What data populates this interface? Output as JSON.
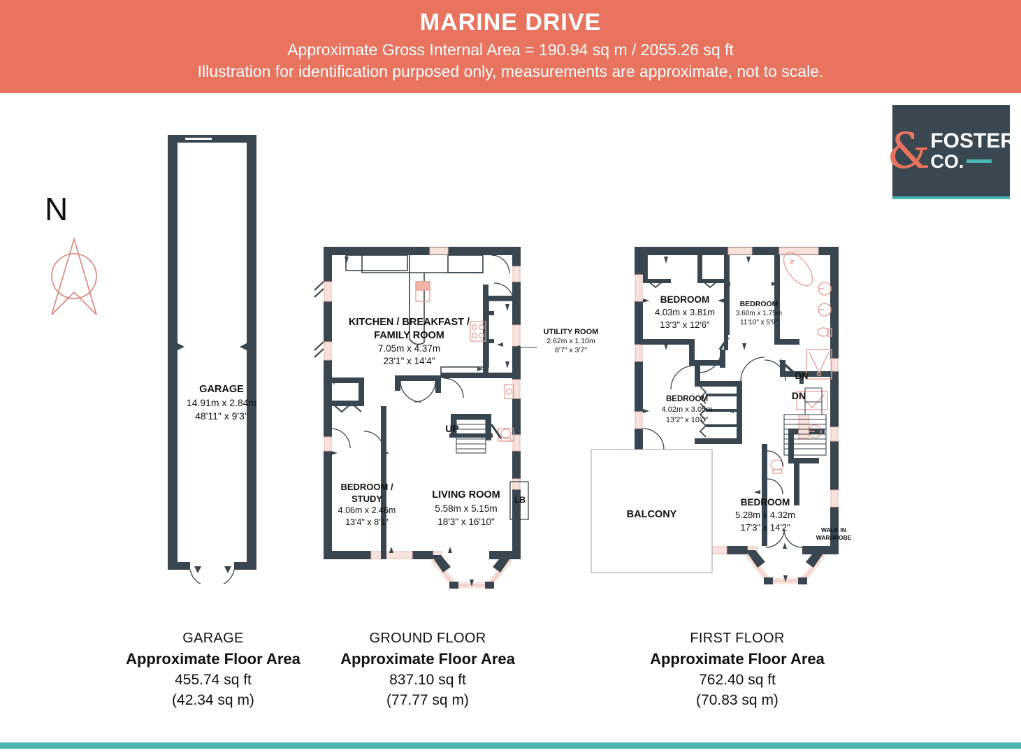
{
  "header": {
    "title": "MARINE DRIVE",
    "line1": "Approximate Gross Internal Area = 190.94 sq m / 2055.26 sq ft",
    "line2": "Illustration for identification purposed only, measurements are approximate, not to scale.",
    "bg_color": "#e8735e",
    "text_color": "#ffffff"
  },
  "logo": {
    "ampersand": "&",
    "name": "FOSTER",
    "suffix": "CO.",
    "bg_color": "#3a4650",
    "accent_color": "#4bb5b2",
    "amp_color": "#e8735e"
  },
  "compass": {
    "label": "N",
    "color": "#d98478"
  },
  "colors": {
    "wall": "#39454f",
    "window": "#f7e2dd",
    "fixture": "#e8a296",
    "teal": "#4bb5b2",
    "coral": "#e8735e"
  },
  "rooms": {
    "garage": {
      "name": "GARAGE",
      "metric": "14.91m x 2.84m",
      "imperial": "48'11\" x 9'3\""
    },
    "kitchen": {
      "name_line1": "KITCHEN / BREAKFAST /",
      "name_line2": "FAMILY ROOM",
      "metric": "7.05m x 4.37m",
      "imperial": "23'1\" x 14'4\""
    },
    "utility": {
      "name": "UTILITY ROOM",
      "metric": "2.62m x 1.10m",
      "imperial": "8'7\" x 3'7\""
    },
    "bedroom_study": {
      "name_line1": "BEDROOM /",
      "name_line2": "STUDY",
      "metric": "4.06m x 2.46m",
      "imperial": "13'4\" x 8'1\""
    },
    "living": {
      "name": "LIVING ROOM",
      "metric": "5.58m x 5.15m",
      "imperial": "18'3\" x 16'10\""
    },
    "bedroom1": {
      "name": "BEDROOM",
      "metric": "4.03m x 3.81m",
      "imperial": "13'3\" x 12'6\""
    },
    "bedroom2": {
      "name": "BEDROOM",
      "metric": "3.60m x 1.75m",
      "imperial": "11'10\" x 5'9\""
    },
    "bedroom3": {
      "name": "BEDROOM",
      "metric": "4.02m x 3.05m",
      "imperial": "13'2\" x 10'0\""
    },
    "bedroom4": {
      "name": "BEDROOM",
      "metric": "5.28m x 4.32m",
      "imperial": "17'3\" x 14'2\""
    },
    "balcony": {
      "name": "BALCONY"
    },
    "walk_in_wardrobe": {
      "line1": "WALK IN",
      "line2": "WARDROBE"
    },
    "lb": {
      "name": "LB"
    }
  },
  "stair_labels": {
    "up": "UP",
    "dn1": "DN",
    "dn2": "DN"
  },
  "footers": [
    {
      "floor": "GARAGE",
      "area_label": "Approximate Floor Area",
      "sqft": "455.74 sq ft",
      "sqm": "(42.34 sq m)"
    },
    {
      "floor": "GROUND FLOOR",
      "area_label": "Approximate Floor Area",
      "sqft": "837.10 sq ft",
      "sqm": "(77.77 sq m)"
    },
    {
      "floor": "FIRST FLOOR",
      "area_label": "Approximate Floor Area",
      "sqft": "762.40 sq ft",
      "sqm": "(70.83 sq m)"
    }
  ]
}
